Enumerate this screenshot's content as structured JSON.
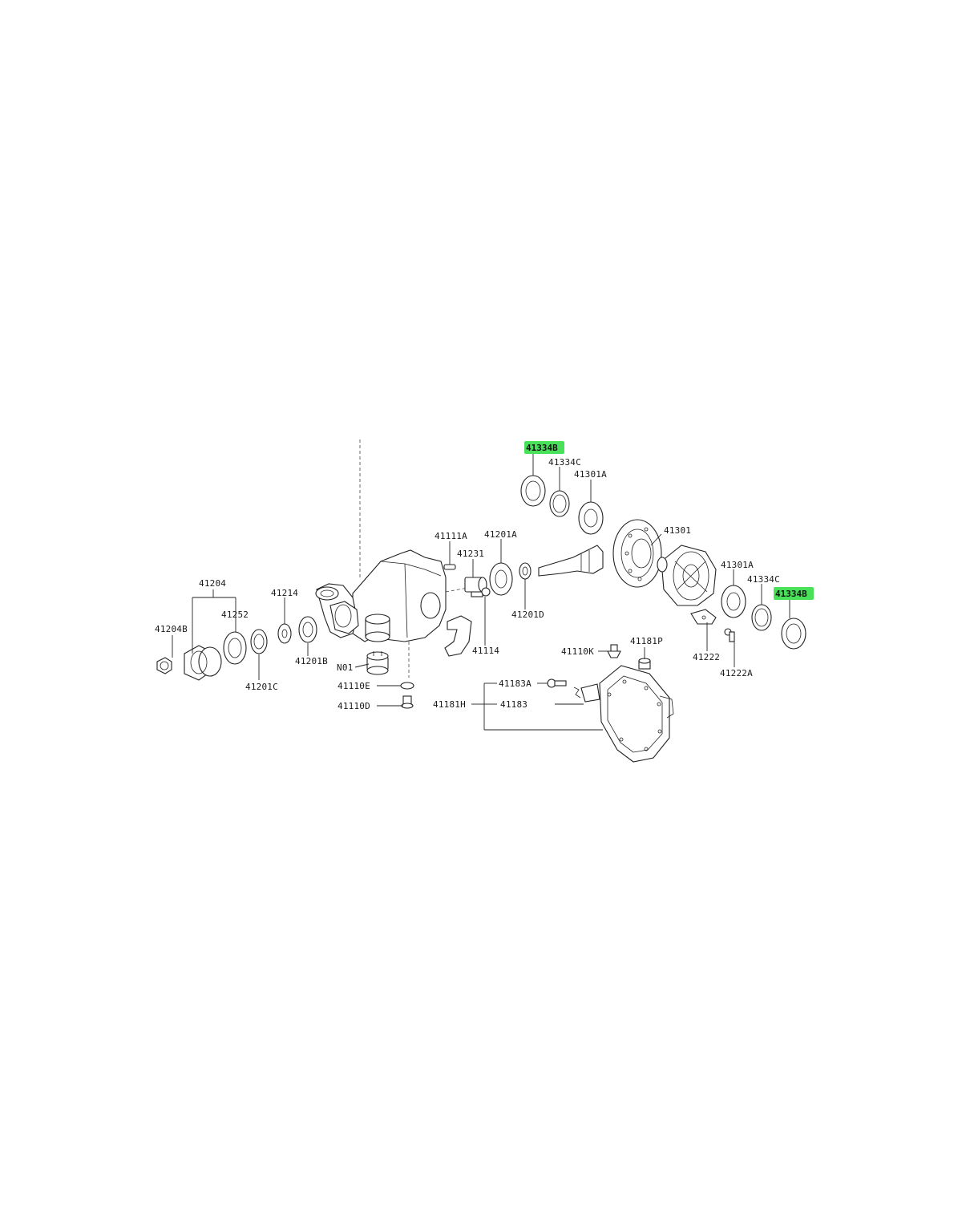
{
  "diagram": {
    "highlight_color": "#49e15a",
    "labels": {
      "p41334B_top": "41334B",
      "p41334C_top": "41334C",
      "p41301A_top": "41301A",
      "p41301": "41301",
      "p41301A_right": "41301A",
      "p41334C_right": "41334C",
      "p41334B_right": "41334B",
      "p41111A": "41111A",
      "p41201A": "41201A",
      "p41231": "41231",
      "p41201D": "41201D",
      "p41114": "41114",
      "p41204": "41204",
      "p41214": "41214",
      "p41252": "41252",
      "p41204B": "41204B",
      "p41201B": "41201B",
      "p41201C": "41201C",
      "pN01": "N01",
      "p41110E": "41110E",
      "p41110D": "41110D",
      "p41110K": "41110K",
      "p41181P": "41181P",
      "p41183A": "41183A",
      "p41183": "41183",
      "p41181H": "41181H",
      "p41222": "41222",
      "p41222A": "41222A"
    },
    "highlighted_parts": [
      "p41334B_top",
      "p41334B_right"
    ]
  }
}
